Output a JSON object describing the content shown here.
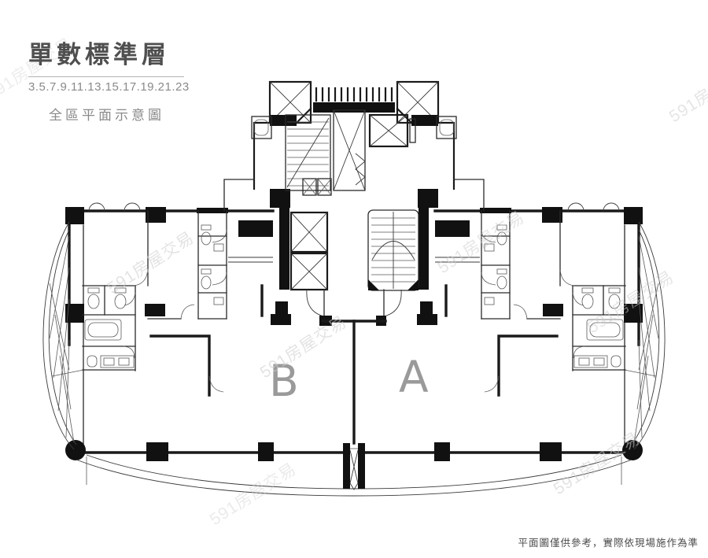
{
  "title_block": {
    "heading": "單數標準層",
    "floor_numbers": "3.5.7.9.11.13.15.17.19.21.23",
    "subtitle": "全區平面示意圖"
  },
  "plan": {
    "type": "residential-floor-plan",
    "unit_a_label": "A",
    "unit_b_label": "B"
  },
  "footer": {
    "disclaimer": "平面圖僅供參考，實際依現場施作為準"
  },
  "watermark": {
    "text": "591房屋交易"
  },
  "colors": {
    "wall": "#1a1a1a",
    "unit_label": "#9a9a9a",
    "watermark": "#cdcdcd",
    "title": "#4f4f4f",
    "muted_text": "#8a8a8a",
    "background": "#ffffff"
  }
}
